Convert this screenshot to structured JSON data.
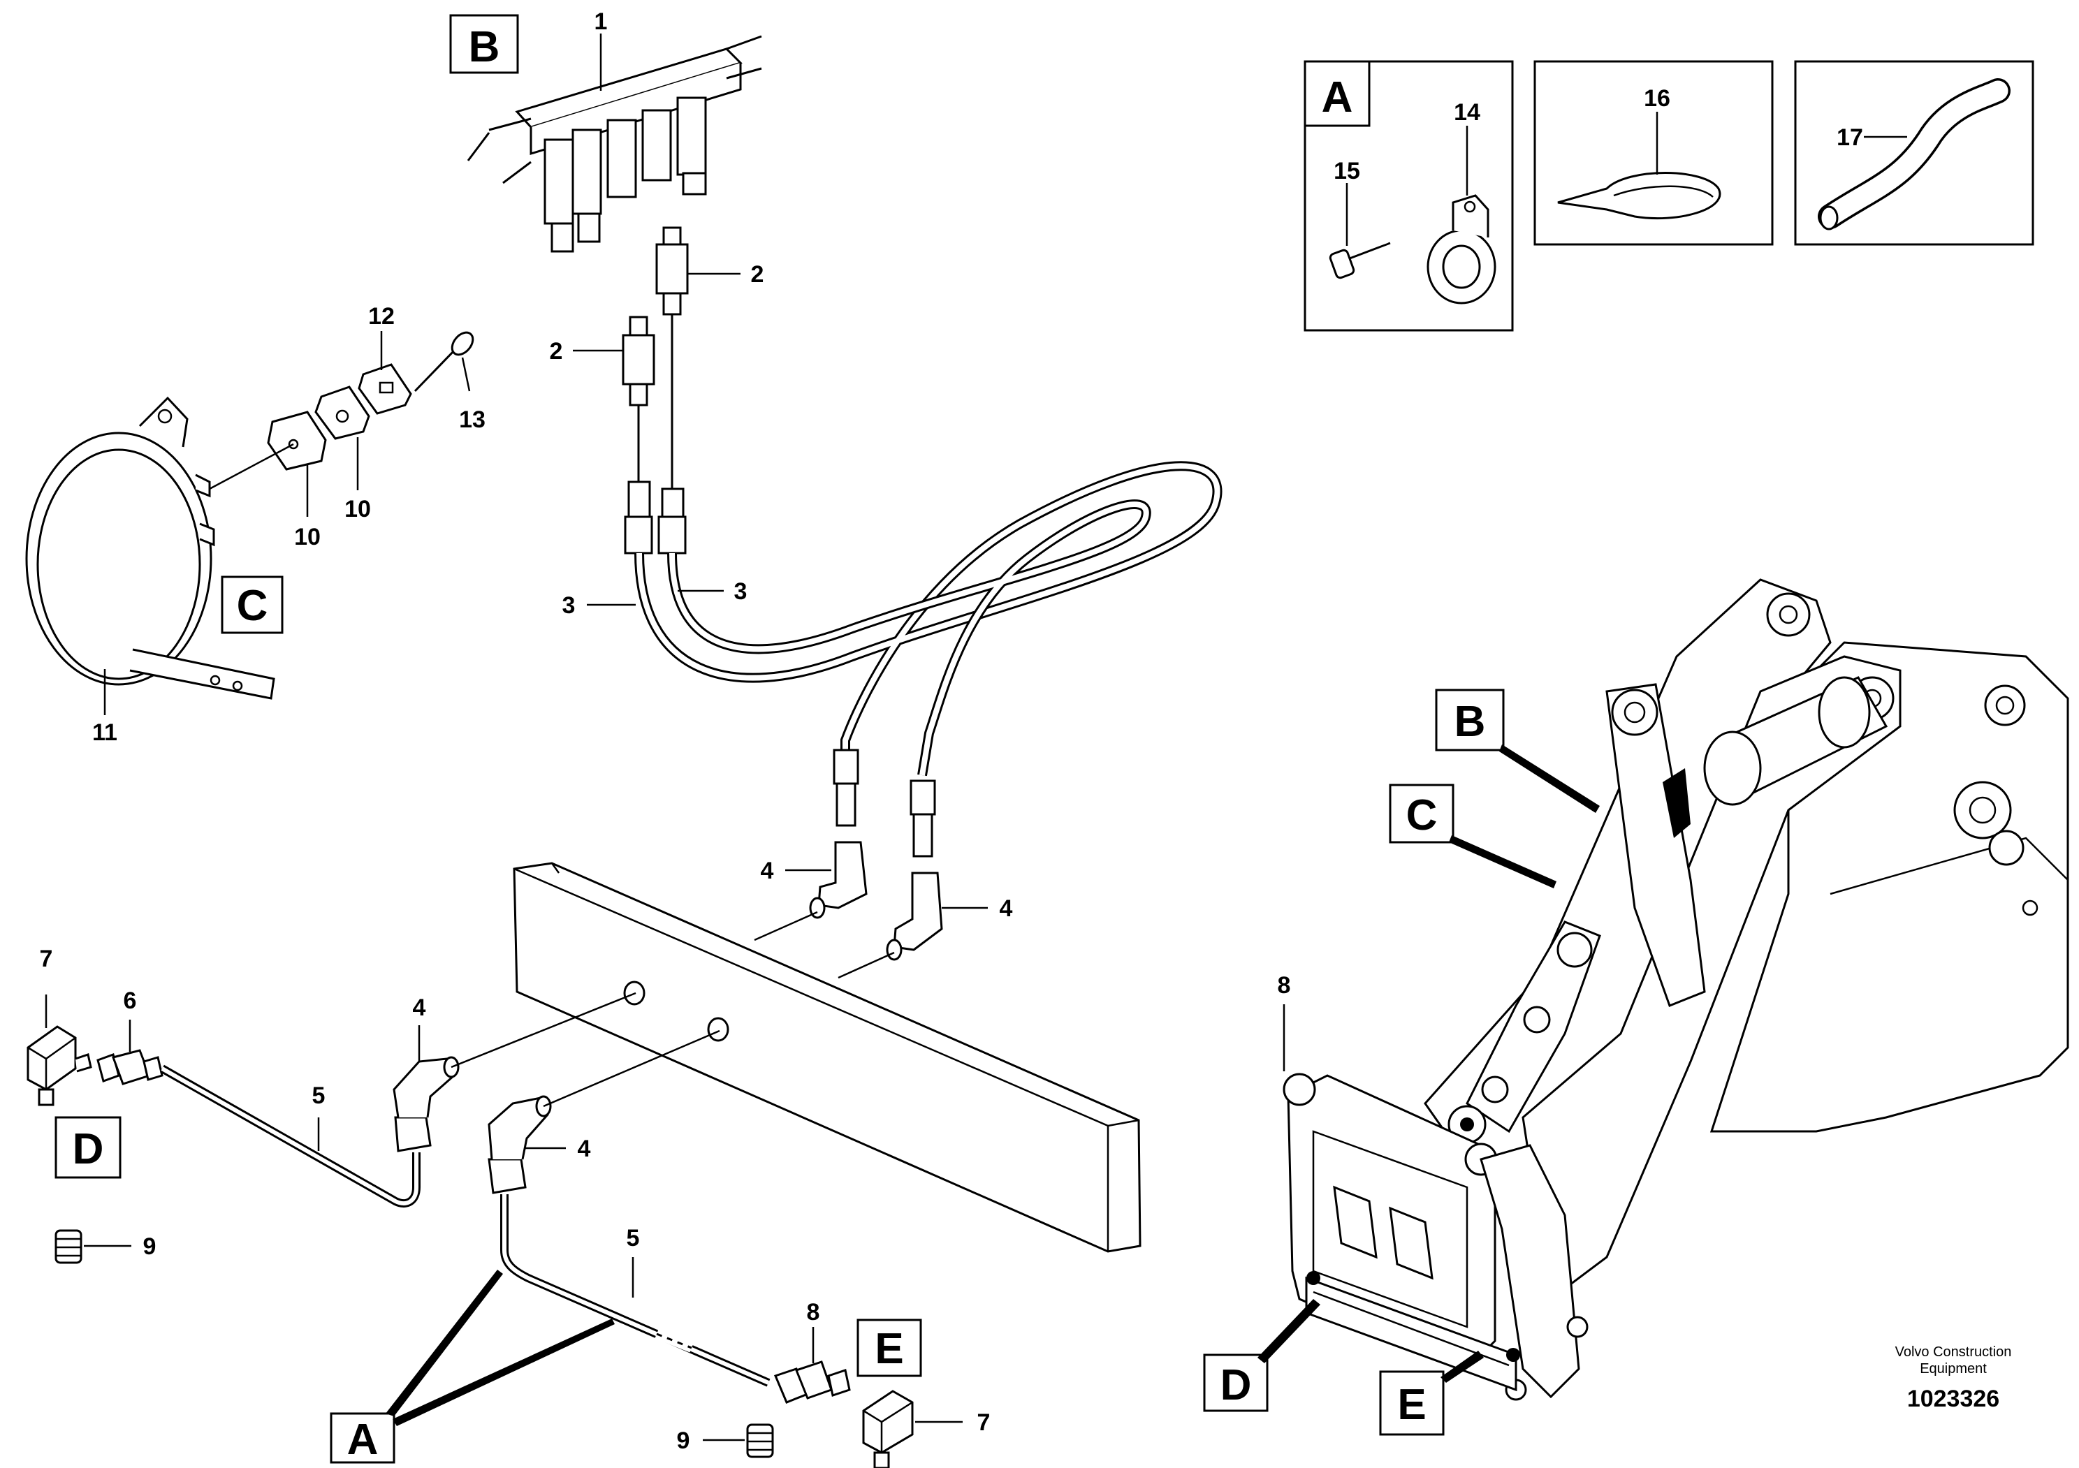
{
  "diagram": {
    "view_labels": [
      "A",
      "B",
      "C",
      "D",
      "E"
    ],
    "inset_labels": [
      "A"
    ],
    "part_numbers": {
      "p1": "1",
      "p2": "2",
      "p3": "3",
      "p4": "4",
      "p5": "5",
      "p6": "6",
      "p7": "7",
      "p8": "8",
      "p9": "9",
      "p10": "10",
      "p11": "11",
      "p12": "12",
      "p13": "13",
      "p14": "14",
      "p15": "15",
      "p16": "16",
      "p17": "17"
    },
    "credit_line1": "Volvo Construction",
    "credit_line2": "Equipment",
    "document_number": "1023326"
  }
}
